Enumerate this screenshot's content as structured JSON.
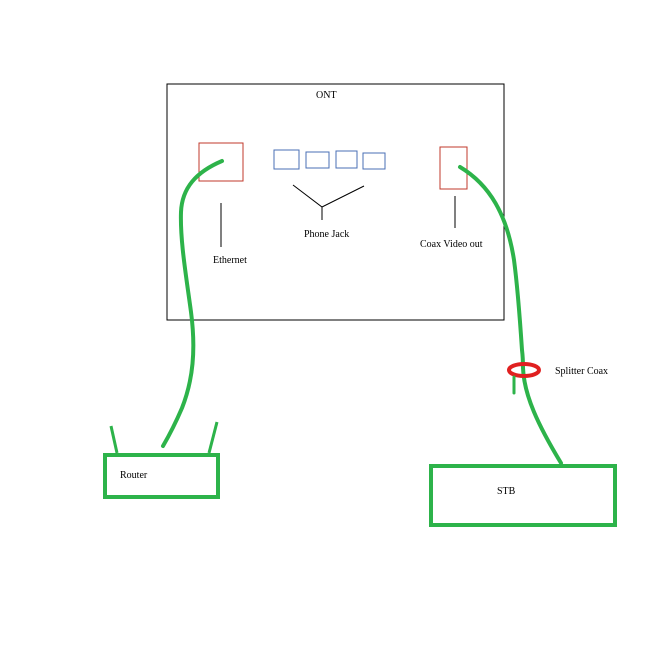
{
  "ont": {
    "label": "ONT"
  },
  "ports": {
    "ethernet": {
      "label": "Ethernet"
    },
    "phone_jack": {
      "label": "Phone Jack",
      "count": 4
    },
    "coax_video_out": {
      "label": "Coax Video out"
    }
  },
  "devices": {
    "router": {
      "label": "Router"
    },
    "stb": {
      "label": "STB"
    }
  },
  "splitter": {
    "label": "Splitter Coax"
  },
  "colors": {
    "ont_outline": "#000000",
    "port_outline": "#c0392b",
    "phone_jack_outline": "#4a6fb5",
    "cable": "#2db34a",
    "device_outline": "#2db34a",
    "splitter": "#e02020",
    "text": "#000000"
  }
}
